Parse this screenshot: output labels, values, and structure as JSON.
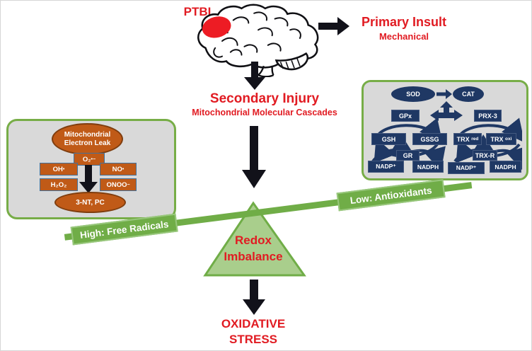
{
  "ptbi_label": "PTBI",
  "primary_insult": {
    "title": "Primary Insult",
    "subtitle": "Mechanical"
  },
  "secondary_injury": {
    "title": "Secondary Injury",
    "subtitle": "Mitochondrial Molecular Cascades"
  },
  "left_panel": {
    "source_label": "Mitochondrial Electron Leak",
    "superoxide_base": "O₂",
    "superoxide_sup": "•−",
    "hydroxyl_base": "OH",
    "hydroxyl_sup": "•",
    "nitric_base": "NO",
    "nitric_sup": "•",
    "peroxide": "H₂O₂",
    "peroxynitrite_base": "ONOO",
    "peroxynitrite_sup": "−",
    "products": "3-NT, PC"
  },
  "right_panel": {
    "sod": "SOD",
    "cat": "CAT",
    "gpx": "GPx",
    "prx3": "PRX-3",
    "gsh": "GSH",
    "gssg": "GSSG",
    "trx_base": "TRX",
    "trx_red_sub": "red",
    "trx_oxi_sub": "oxi",
    "gr": "GR",
    "trxr": "TRX-R",
    "nadp_left": "NADP⁺",
    "nadph_left": "NADPH",
    "nadp_right": "NADP⁺",
    "nadph_right": "NADPH"
  },
  "balance": {
    "left_label": "High: Free Radicals",
    "right_label": "Low: Antioxidants",
    "fulcrum_line1": "Redox",
    "fulcrum_line2": "Imbalance"
  },
  "outcome": {
    "line1": "OXIDATIVE",
    "line2": "STRESS"
  },
  "icons": {
    "brain": "brain-line-art",
    "lesion": "red-lesion-ellipse",
    "block_arrows": "black-block-arrows",
    "three_way_arrow": "navy-three-way-arrow",
    "cycle_arrows": "navy-curved-cycle-arrows"
  },
  "colors": {
    "red_text": "#E11B22",
    "lesion_red": "#ED1C24",
    "orange_node": "#C05A17",
    "navy_node": "#1F3864",
    "panel_gray": "#D9D9D9",
    "panel_border_green": "#77AD47",
    "beam_green": "#70AD47",
    "triangle_green": "#A9CE8C",
    "arrow_black": "#12121A"
  }
}
